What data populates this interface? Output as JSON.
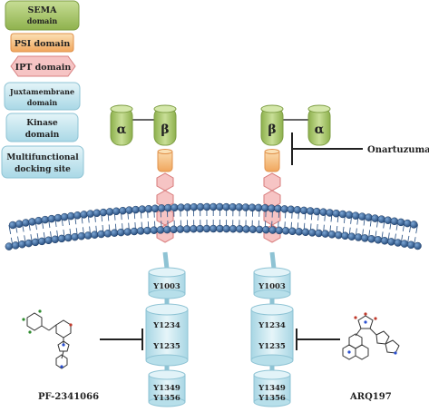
{
  "legend": {
    "sema_line1": "SEMA",
    "sema_line2": "domain",
    "psi": "PSI domain",
    "ipt": "IPT domain",
    "juxta_line1": "Juxtamembrane",
    "juxta_line2": "domain",
    "kinase_line1": "Kinase",
    "kinase_line2": "domain",
    "docking_line1": "Multifunctional",
    "docking_line2": "docking site"
  },
  "receptor": {
    "alpha": "α",
    "beta": "β",
    "y1003": "Y1003",
    "y1234": "Y1234",
    "y1235": "Y1235",
    "y1349": "Y1349",
    "y1356": "Y1356"
  },
  "drugs": {
    "onartuzumab": "Onartuzumab",
    "pf": "PF-2341066",
    "arq": "ARQ197"
  },
  "colors": {
    "sema_green": "#9cbf5a",
    "psi_orange": "#f2a65a",
    "ipt_pink": "#f4b6b6",
    "cyto_blue": "#bfe3ee",
    "membrane_blue": "#2f5f97"
  }
}
